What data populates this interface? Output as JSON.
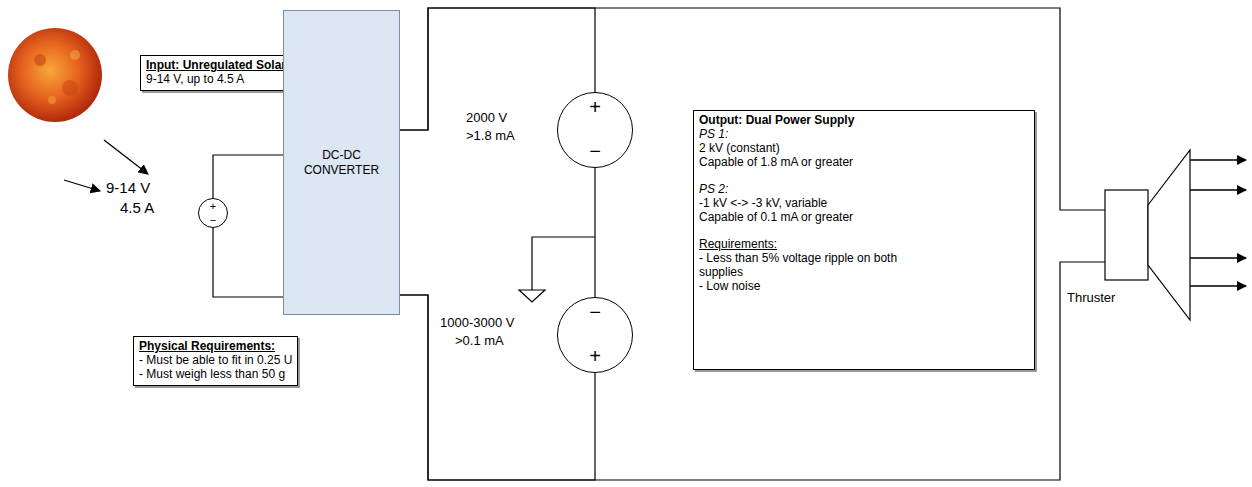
{
  "diagram": {
    "nodes": [
      {
        "text": [
          "Input: Unregulated Solar PV",
          "9-14 V, up to 4.5 A"
        ]
      },
      {
        "text": [
          "+",
          "−"
        ]
      },
      {
        "text": [
          "DC-DC CONVERTER"
        ]
      },
      {
        "text": [
          "Physical Requirements:",
          "- Must be able to fit in 0.25 U",
          "- Must weigh less than 50 g"
        ]
      },
      {
        "text": [
          "+",
          "−"
        ]
      },
      {
        "text": [
          "−",
          "+"
        ]
      },
      {
        "text": [
          "Output: Dual Power Supply",
          "PS 1:",
          "2 kV (constant)",
          "Capable of 1.8 mA or greater",
          "PS 2:",
          "-1 kV <-> -3 kV, variable",
          "Capable of 0.1 mA or greater",
          "Requirements:",
          "- Less than 5% voltage ripple on both supplies",
          "- Low noise"
        ]
      },
      {
        "text": [
          "Thruster"
        ]
      }
    ],
    "edges": [
      {
        "from": 1,
        "to": 2,
        "arrow": "none"
      },
      {
        "from": 1,
        "to": 2,
        "arrow": "none"
      },
      {
        "from": 2,
        "to": 4,
        "arrow": "none"
      },
      {
        "from": 2,
        "to": 7,
        "arrow": "none"
      },
      {
        "from": 4,
        "to": 5,
        "arrow": "none"
      },
      {
        "from": 2,
        "to": 5,
        "arrow": "none"
      },
      {
        "from": 2,
        "to": 7,
        "arrow": "none"
      }
    ],
    "labels": [
      "9-14 V",
      "4.5 A",
      "2000 V",
      ">1.8 mA",
      "1000-3000 V",
      ">0.1 mA"
    ]
  }
}
